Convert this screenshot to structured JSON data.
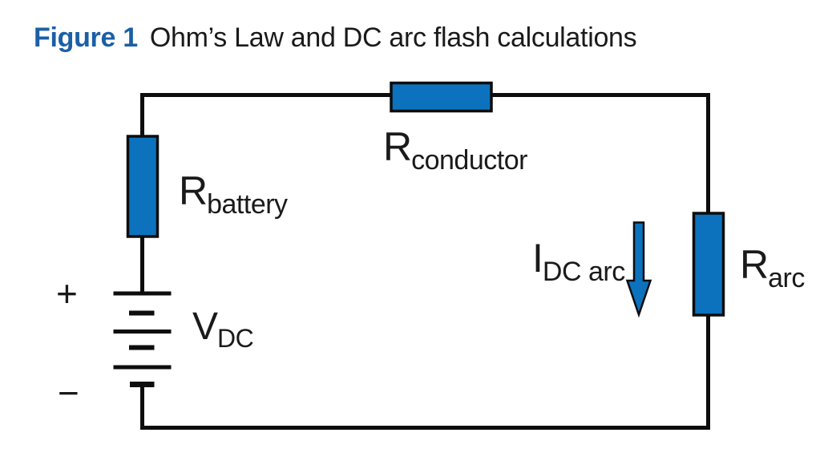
{
  "title": {
    "figure_label": "Figure 1",
    "text": "Ohm’s Law and DC arc flash calculations"
  },
  "labels": {
    "r_battery": {
      "main": "R",
      "sub": "battery"
    },
    "r_conductor": {
      "main": "R",
      "sub": "conductor"
    },
    "r_arc": {
      "main": "R",
      "sub": "arc"
    },
    "v_dc": {
      "main": "V",
      "sub": "DC"
    },
    "i_dc_arc": {
      "main": "I",
      "sub": "DC arc"
    },
    "battery_positive": "+",
    "battery_negative": "−"
  },
  "colors": {
    "component_blue": "#0c72bd",
    "figure_label_blue": "#1b5fa6",
    "wire_black": "#0d0d0d",
    "text_black": "#1a1a1a"
  }
}
